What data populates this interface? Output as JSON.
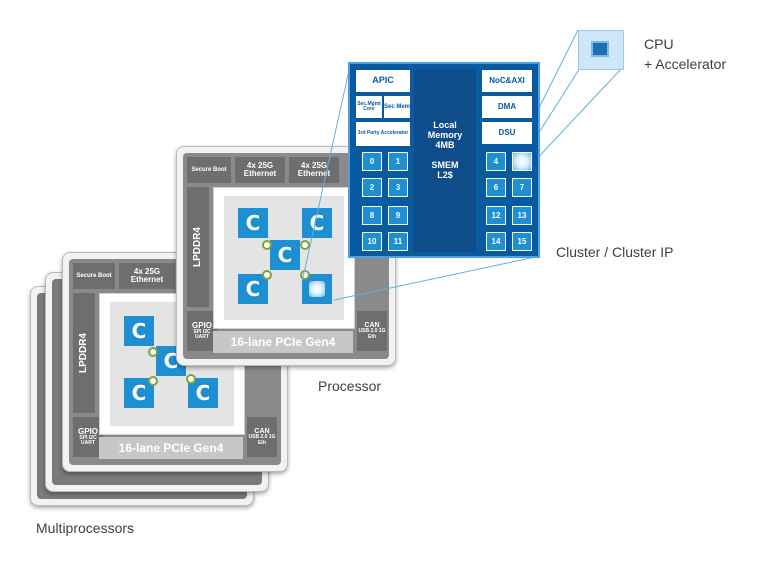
{
  "labels": {
    "cpu_line1": "CPU",
    "cpu_line2": "+ Accelerator",
    "cluster": "Cluster / Cluster IP",
    "processor": "Processor",
    "multiprocessors": "Multiprocessors"
  },
  "chip": {
    "secure_boot": "Secure Boot",
    "ethernet1": "4x 25G Ethernet",
    "ethernet2": "4x 25G Ethernet",
    "lpddr": "LPDDR4",
    "gpio": "GPIO",
    "io_left": "SPI I2C UART",
    "can": "CAN",
    "io_right": "USB 2.0 1G Eth",
    "pcie": "16-lane PCIe Gen4",
    "core_letter": "C"
  },
  "cluster": {
    "apic": "APIC",
    "sec_mgmt": "Sec.Mgmt Core",
    "sec_mem": "Sec Mem",
    "third_party": "3rd Party Accelerator",
    "noc": "NoC&AXI",
    "dma": "DMA",
    "dsu": "DSU",
    "mem1": "Local",
    "mem2": "Memory",
    "mem3": "4MB",
    "mem4": "SMEM",
    "mem5": "L2$",
    "cores_left": [
      "0",
      "1",
      "2",
      "3",
      "8",
      "9",
      "10",
      "11"
    ],
    "cores_right": [
      "4",
      "",
      "6",
      "7",
      "12",
      "13",
      "14",
      "15"
    ]
  },
  "colors": {
    "accent_blue": "#1f8fd3",
    "cluster_blue": "#0a5aa1",
    "gray": "#6e6e6e",
    "arrow_green": "#7ba33a"
  }
}
